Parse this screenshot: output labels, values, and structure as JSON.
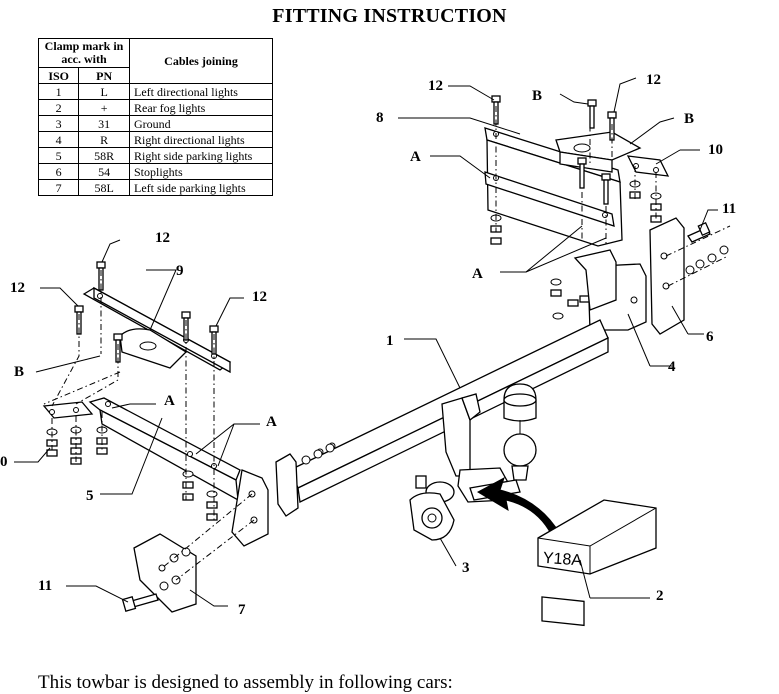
{
  "title": "FITTING INSTRUCTION",
  "table": {
    "header_clamp": "Clamp mark in acc. with",
    "header_iso": "ISO",
    "header_pn": "PN",
    "header_cables": "Cables joining",
    "rows": [
      {
        "iso": "1",
        "pn": "L",
        "desc": "Left directional lights"
      },
      {
        "iso": "2",
        "pn": "+",
        "desc": "Rear fog lights"
      },
      {
        "iso": "3",
        "pn": "31",
        "desc": "Ground"
      },
      {
        "iso": "4",
        "pn": "R",
        "desc": "Right directional lights"
      },
      {
        "iso": "5",
        "pn": "58R",
        "desc": "Right side parking lights"
      },
      {
        "iso": "6",
        "pn": "54",
        "desc": "Stoplights"
      },
      {
        "iso": "7",
        "pn": "58L",
        "desc": "Left side parking lights"
      }
    ]
  },
  "diagram": {
    "labels": {
      "l1": "1",
      "l2": "2",
      "l3": "3",
      "l4": "4",
      "l5": "5",
      "l6": "6",
      "l7": "7",
      "l8": "8",
      "l9": "9",
      "l10_right": "10",
      "l10_left": "0",
      "l11_right": "11",
      "l11_left": "11",
      "l12_a": "12",
      "l12_b": "12",
      "l12_c": "12",
      "l12_d": "12",
      "l12_e": "12",
      "a1": "A",
      "a2": "A",
      "a3": "A",
      "a4": "A",
      "b1": "B",
      "b2": "B",
      "b3": "B"
    },
    "plate_text": "Y18A"
  },
  "footer_text": "This towbar is designed to assembly in following cars:"
}
